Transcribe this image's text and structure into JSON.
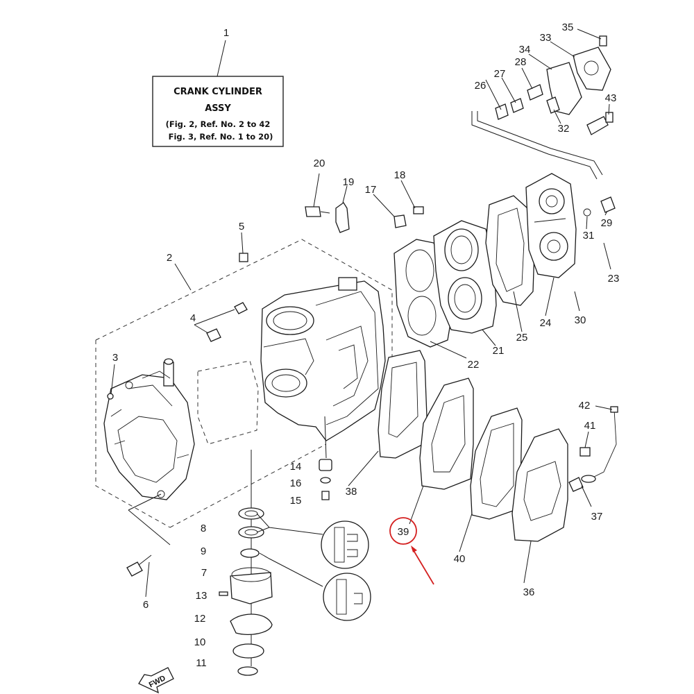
{
  "note_box": {
    "line1": "CRANK CYLINDER",
    "line2": "ASSY",
    "line3": "(Fig. 2, Ref. No. 2 to 42",
    "line4": "Fig. 3, Ref. No. 1 to 20)"
  },
  "callouts": {
    "c1": "1",
    "c2": "2",
    "c3": "3",
    "c4": "4",
    "c5": "5",
    "c6": "6",
    "c7": "7",
    "c8": "8",
    "c9": "9",
    "c10": "10",
    "c11": "11",
    "c12": "12",
    "c13": "13",
    "c14": "14",
    "c15": "15",
    "c16": "16",
    "c17": "17",
    "c18": "18",
    "c19": "19",
    "c20": "20",
    "c21": "21",
    "c22": "22",
    "c23": "23",
    "c24": "24",
    "c25": "25",
    "c26": "26",
    "c27": "27",
    "c28": "28",
    "c29": "29",
    "c30": "30",
    "c31": "31",
    "c32": "32",
    "c33": "33",
    "c34": "34",
    "c35": "35",
    "c36": "36",
    "c37": "37",
    "c38": "38",
    "c39": "39",
    "c40": "40",
    "c41": "41",
    "c42": "42",
    "c43": "43"
  },
  "highlight": {
    "part_number": "39",
    "color": "#d42020"
  },
  "direction_label": "FWD",
  "icons": {
    "direction": "fwd-arrow-icon"
  }
}
